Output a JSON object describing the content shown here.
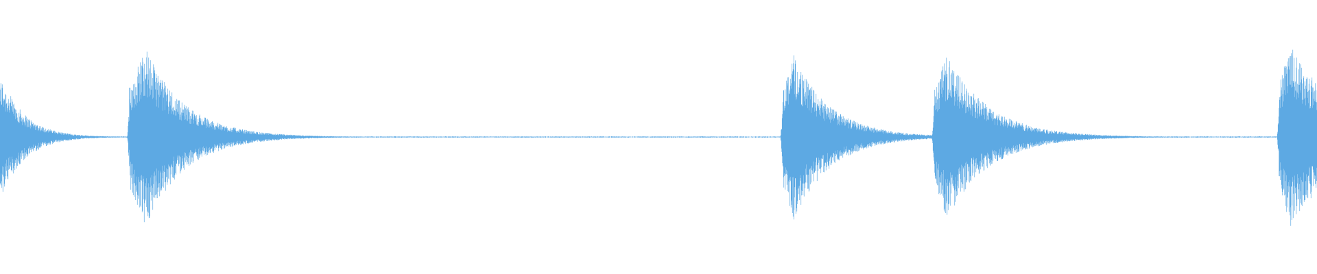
{
  "waveform": {
    "color": "#5DA9E3",
    "background": "#FFFFFF",
    "bursts": [
      {
        "id": "burst-1",
        "onset": 0.0,
        "amplitude": 0.42,
        "peak_offset": 0.002,
        "decay": 0.018,
        "partial": true
      },
      {
        "id": "burst-2",
        "onset": 0.098,
        "amplitude": 0.66,
        "peak_offset": 0.012,
        "decay": 0.03
      },
      {
        "id": "burst-3",
        "onset": 0.594,
        "amplitude": 0.62,
        "peak_offset": 0.008,
        "decay": 0.028
      },
      {
        "id": "burst-4",
        "onset": 0.709,
        "amplitude": 0.6,
        "peak_offset": 0.01,
        "decay": 0.032
      },
      {
        "id": "burst-5",
        "onset": 0.971,
        "amplitude": 0.68,
        "peak_offset": 0.008,
        "decay": 0.04
      }
    ],
    "noise_floor": 0.004
  }
}
